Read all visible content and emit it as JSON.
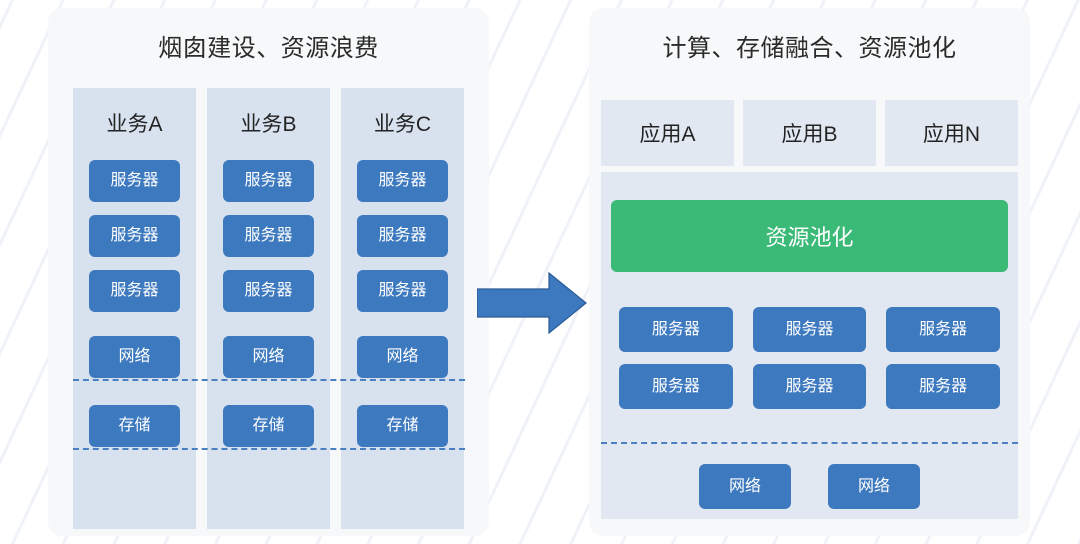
{
  "left_panel": {
    "title": "烟囱建设、资源浪费",
    "columns": [
      {
        "head": "业务A",
        "servers": [
          "服务器",
          "服务器",
          "服务器"
        ],
        "network": "网络",
        "storage": "存储"
      },
      {
        "head": "业务B",
        "servers": [
          "服务器",
          "服务器",
          "服务器"
        ],
        "network": "网络",
        "storage": "存储"
      },
      {
        "head": "业务C",
        "servers": [
          "服务器",
          "服务器",
          "服务器"
        ],
        "network": "网络",
        "storage": "存储"
      }
    ]
  },
  "arrow": {
    "icon": "arrow-right-icon",
    "color": "#3d79bf",
    "outline": "#2a5a96"
  },
  "right_panel": {
    "title": "计算、存储融合、资源池化",
    "apps": [
      "应用A",
      "应用B",
      "应用N"
    ],
    "resource_pool": "资源池化",
    "servers": [
      "服务器",
      "服务器",
      "服务器",
      "服务器",
      "服务器",
      "服务器"
    ],
    "networks": [
      "网络",
      "网络"
    ]
  },
  "colors": {
    "chip_blue": "#3d79bf",
    "pool_green": "#3bba77",
    "panel_bg": "#f7f8f9",
    "group_bg": "#d8e2ef",
    "app_bg": "#e2e8f2",
    "dash_blue": "#4a7fc1",
    "title_text": "#2b2b2b"
  }
}
